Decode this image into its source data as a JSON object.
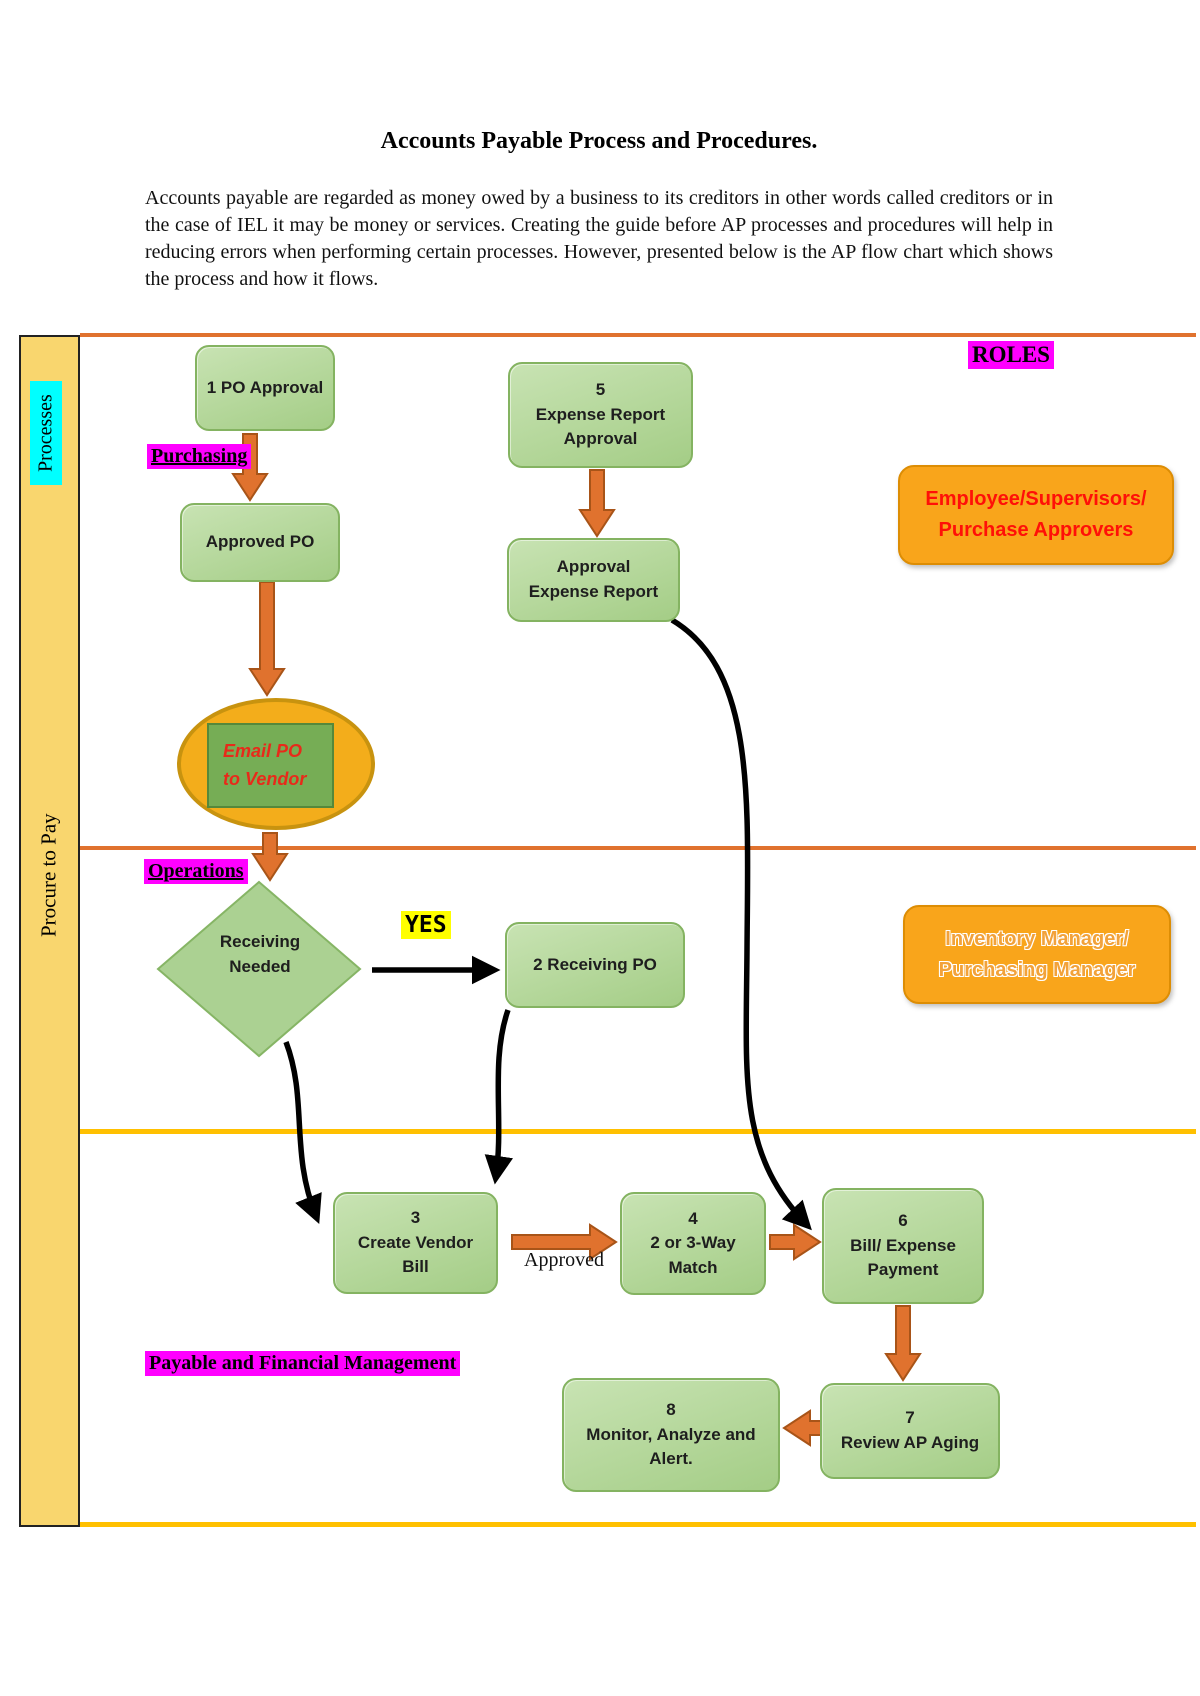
{
  "header": {
    "title": "Accounts Payable Process and Procedures.",
    "paragraph": "Accounts payable are regarded as money owed by a business to its creditors in other words called creditors or in the case of IEL it may be money or services. Creating the guide before AP processes and procedures will help in reducing errors when performing certain processes. However, presented below is the AP flow chart which shows the process and how it flows."
  },
  "sidebar": {
    "top_label": "Processes",
    "bottom_label": "Procure to Pay"
  },
  "swimlanes": {
    "purchasing": "Purchasing",
    "operations": "Operations",
    "payable": "Payable and Financial Management",
    "roles_header": "ROLES"
  },
  "nodes": {
    "po_approval": "1 PO Approval",
    "approved_po": "Approved PO",
    "email_po_vendor": "Email PO\nto Vendor",
    "expense_report_approval": "5\nExpense Report\nApproval",
    "approval_expense_report": "Approval\nExpense Report",
    "receiving_needed": "Receiving\nNeeded",
    "receiving_po": "2 Receiving PO",
    "create_vendor_bill": "3\nCreate Vendor\nBill",
    "two_or_three_way_match": "4\n2 or 3-Way\nMatch",
    "bill_expense_payment": "6\nBill/ Expense\nPayment",
    "review_ap_aging": "7\nReview AP Aging",
    "monitor_analyze_alert": "8\nMonitor, Analyze and\nAlert."
  },
  "edge_labels": {
    "yes": "YES",
    "approved": "Approved"
  },
  "roles": {
    "employee_supervisors": "Employee/Supervisors/\nPurchase Approvers",
    "inventory_purchasing": "Inventory Manager/\nPurchasing Manager"
  },
  "colors": {
    "green_node_fill": "#abd18e",
    "green_node_border": "#84b361",
    "orange_arrow": "#e0722e",
    "orange_divider_line": "#e0722e",
    "gold_divider_line": "#ffc000",
    "sidebar_fill": "#f9d66e",
    "magenta_highlight": "#ff00ff",
    "cyan_highlight": "#00ffff",
    "yellow_highlight": "#ffff00",
    "ellipse_fill": "#f3ad1b",
    "inner_rect_fill": "#76ad55",
    "red_italic_text": "#e82a1a",
    "role_box_fill": "#f9a51b",
    "role1_text": "#ff1008",
    "role2_text": "#f2a23a",
    "black_connector": "#000000"
  }
}
